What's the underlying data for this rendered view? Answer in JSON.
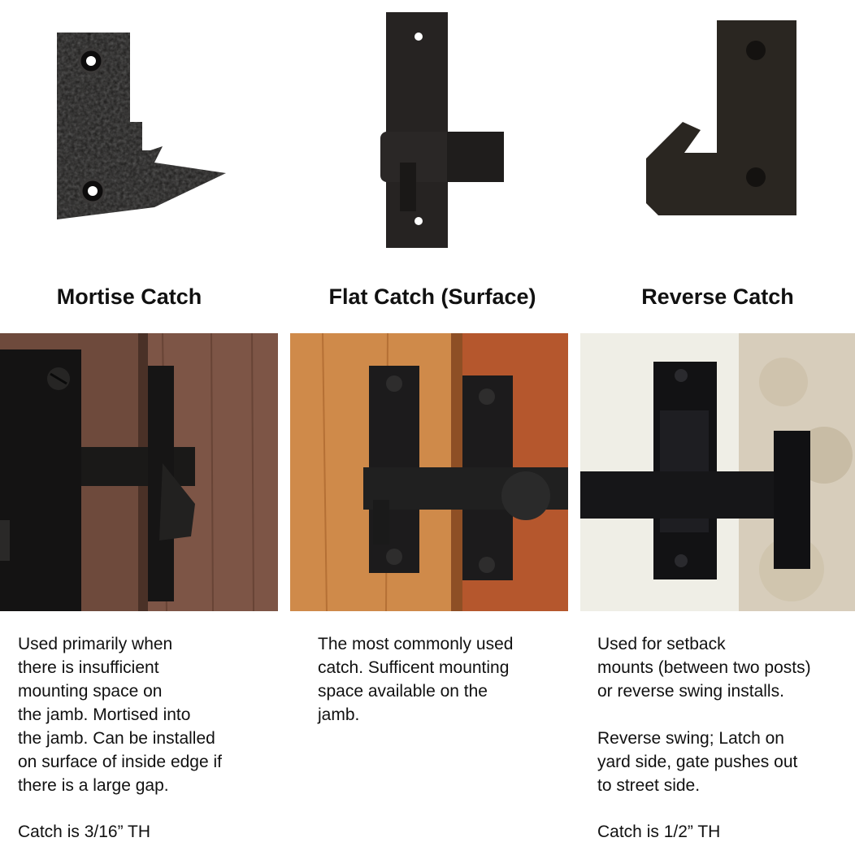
{
  "columns": [
    {
      "title": "Mortise Catch",
      "description": "Used primarily when\nthere is insufficient\nmounting space on\nthe jamb. Mortised into\nthe jamb. Can be installed\non surface of inside edge if\nthere is a large gap.",
      "spec": "Catch is 3/16” TH"
    },
    {
      "title": "Flat Catch (Surface)",
      "description": "The most commonly used\ncatch. Sufficent mounting\nspace available on the\njamb.",
      "spec": ""
    },
    {
      "title": "Reverse Catch",
      "description": "Used for setback\nmounts (between two posts)\nor reverse swing installs.\n\nReverse swing; Latch on\nyard side, gate pushes out\nto street side.",
      "spec": "Catch is 1/2” TH"
    }
  ],
  "colors": {
    "iron": "#1c1b1a",
    "wood_mortise": "#6e4a3c",
    "wood_flat": "#c07a3c",
    "wall_reverse": "#e3dfd6"
  }
}
